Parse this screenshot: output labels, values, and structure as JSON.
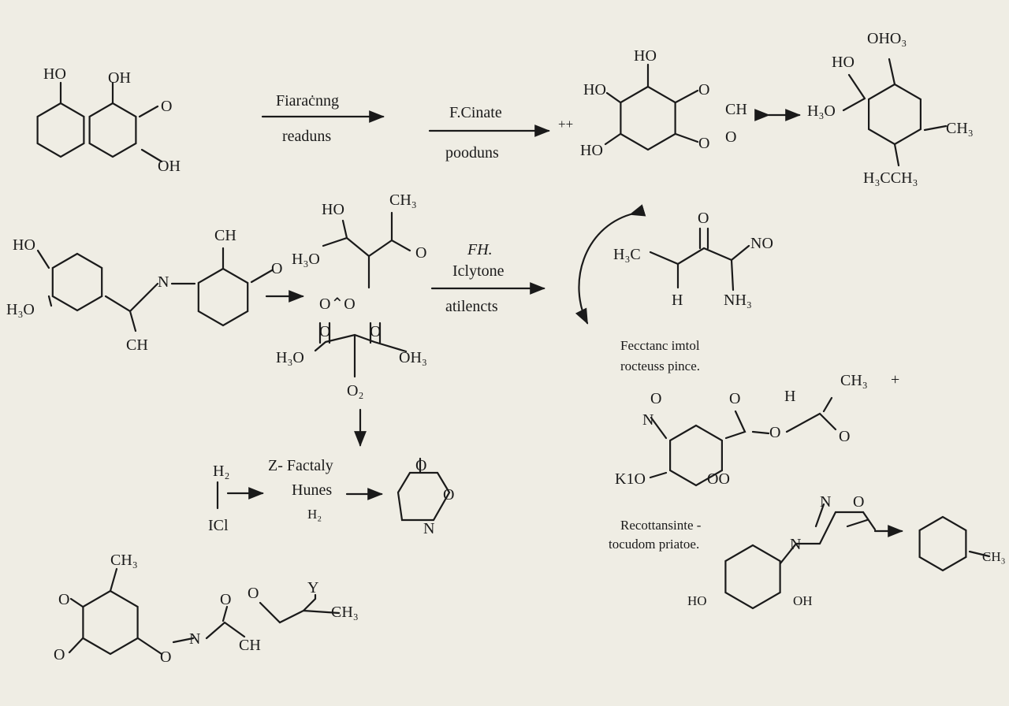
{
  "colors": {
    "background": "#efede4",
    "ink": "#1a1a1a"
  },
  "mol1": {
    "ho": "HO",
    "oh_top": "OH",
    "o": "O",
    "oh_bot": "OH"
  },
  "step1": {
    "above": "Fiaraċnng",
    "below": "readuns"
  },
  "step2": {
    "above": "F.Cinate",
    "below": "pooduns",
    "charge": "++"
  },
  "mol2": {
    "ho_top": "HO",
    "ho_left": "HO",
    "o": "O",
    "ch": "CH",
    "ho_bot": "HO",
    "o_a": "O",
    "o_b": "O"
  },
  "mol3": {
    "top": "OHO₃",
    "ho": "HO",
    "h3o": "H₃O",
    "ch3": "CH₃",
    "bottom": "H₃CCH₃"
  },
  "mol4": {
    "ho": "HO",
    "h3o": "H₃O",
    "n": "N",
    "ch_top": "CH",
    "o": "O",
    "ch_bot": "CH"
  },
  "mol5": {
    "ho": "HO",
    "ch3": "CH₃",
    "h3o": "H₃O",
    "o": "O",
    "oo": "O⌃O",
    "o_l": "O",
    "o_r": "O",
    "h3o_b": "H₃O",
    "oh3": "OH₃",
    "o2": "O₂"
  },
  "step3": {
    "line1": "FH.",
    "line2": "Iclytone",
    "line3": "atilencts"
  },
  "mol6": {
    "h3c": "H₃C",
    "o": "O",
    "no": "NO",
    "h": "H",
    "nh3": "NH₃"
  },
  "caption1": {
    "line1": "Fecctanc imtol",
    "line2": "rocteuss pince."
  },
  "mol7": {
    "ch3": "CH₃",
    "plus": "+",
    "h": "H",
    "o_n": "O",
    "n": "N",
    "o_c": "O",
    "o_e": "O",
    "o_k": "O",
    "k1o": "K1O",
    "oo": "OO"
  },
  "step4": {
    "h2": "H₂",
    "icl": "ICl",
    "line1": "Z- Factaly",
    "line2": "Hunes",
    "line3": "H₂"
  },
  "mol8": {
    "o_top": "O",
    "o": "O",
    "n": "N"
  },
  "caption2": {
    "line1": "Recottansinte -",
    "line2": "tocudom priatoe."
  },
  "mol9": {
    "n": "N",
    "o": "O",
    "n_link": "N",
    "ho": "HO",
    "oh": "OH",
    "ch3": "CH₃"
  },
  "mol10": {
    "ch3": "CH₃",
    "o_top": "O",
    "o_bot": "O",
    "o_link": "O",
    "n": "N",
    "o_c": "O",
    "ch": "CH",
    "o_k": "O",
    "y": "Y",
    "ch3_r": "CH₃"
  }
}
